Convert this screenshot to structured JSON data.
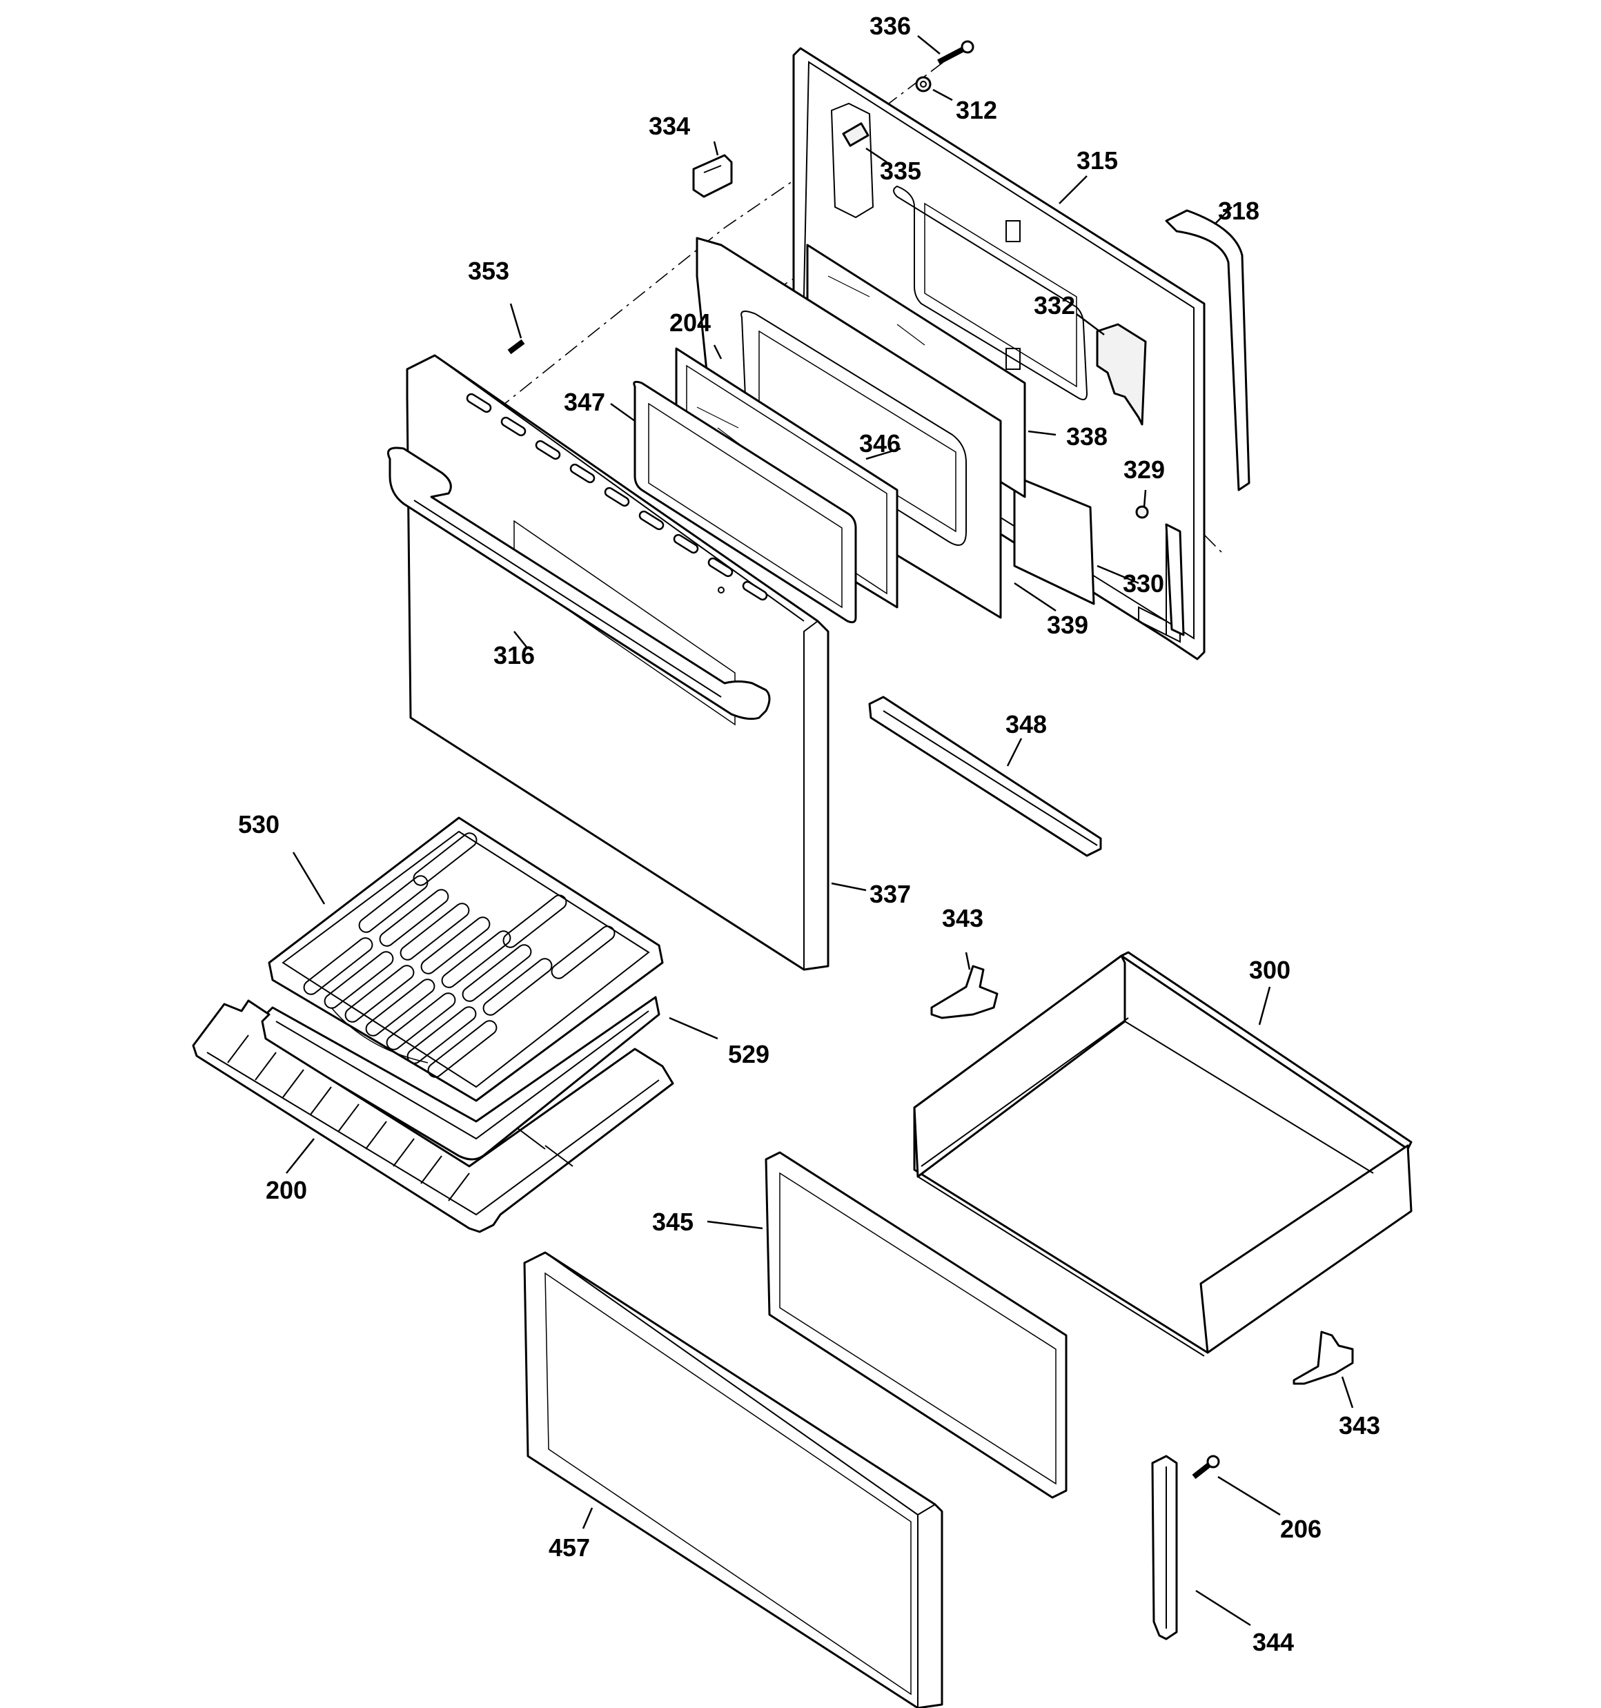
{
  "labels": {
    "336": "336",
    "312": "312",
    "334": "334",
    "335": "335",
    "315": "315",
    "318": "318",
    "353": "353",
    "204": "204",
    "332": "332",
    "347": "347",
    "346": "346",
    "338": "338",
    "329": "329",
    "330": "330",
    "339": "339",
    "316": "316",
    "348": "348",
    "530": "530",
    "337": "337",
    "343a": "343",
    "300": "300",
    "529": "529",
    "200": "200",
    "345": "345",
    "343b": "343",
    "206": "206",
    "457": "457",
    "344": "344"
  }
}
